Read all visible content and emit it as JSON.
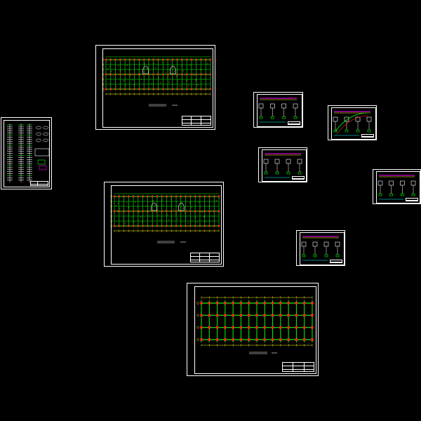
{
  "canvas": {
    "background": "#000000"
  },
  "colors": {
    "frame": "#ffffff",
    "beam": "#00ff00",
    "column": "#ff2020",
    "text": "#ffff00",
    "accent": "#00ffff",
    "mark": "#ff00ff"
  },
  "sheets": [
    {
      "id": "column-schedule-sheet",
      "kind": "schedule"
    },
    {
      "id": "upper-floor-plan-sheet",
      "kind": "floor-plan"
    },
    {
      "id": "lower-floor-plan-sheet",
      "kind": "floor-plan"
    },
    {
      "id": "foundation-grid-sheet",
      "kind": "grid-plan"
    },
    {
      "id": "detail-sheet-1",
      "kind": "details"
    },
    {
      "id": "detail-sheet-2",
      "kind": "details"
    },
    {
      "id": "detail-sheet-3",
      "kind": "details"
    },
    {
      "id": "detail-sheet-4",
      "kind": "details"
    },
    {
      "id": "detail-sheet-5",
      "kind": "details"
    }
  ]
}
